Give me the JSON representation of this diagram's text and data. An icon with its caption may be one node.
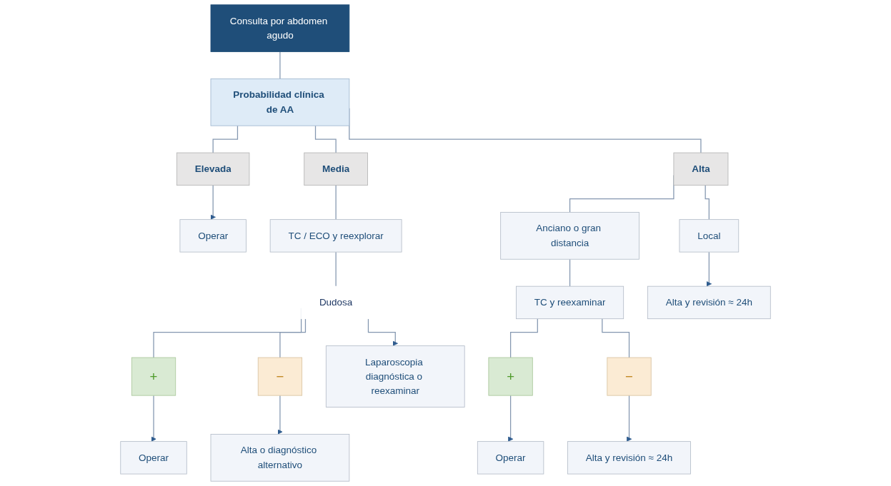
{
  "diagram": {
    "nodes": [
      {
        "text": [
          "Consulta por abdomen agudo"
        ]
      },
      {
        "text": [
          "Probabilidad clínica de AA"
        ]
      },
      {
        "text": [
          "Elevada"
        ]
      },
      {
        "text": [
          "Media"
        ]
      },
      {
        "text": [
          "Alta"
        ]
      },
      {
        "text": [
          "Operar"
        ]
      },
      {
        "text": [
          "TC / ECO y reexplorar"
        ]
      },
      {
        "text": [
          "Anciano o gran distancia"
        ]
      },
      {
        "text": [
          "Local"
        ]
      },
      {
        "text": [
          "Dudosa"
        ]
      },
      {
        "text": [
          "+"
        ]
      },
      {
        "text": [
          "−"
        ]
      },
      {
        "text": [
          "TC y reexaminar"
        ]
      },
      {
        "text": [
          "Alta y revisión ≈ 24h"
        ]
      },
      {
        "text": [
          "+"
        ]
      },
      {
        "text": [
          "−"
        ]
      },
      {
        "text": [
          "Operar"
        ]
      },
      {
        "text": [
          "Laparoscopia diagnóstica o reexaminar"
        ]
      },
      {
        "text": [
          "Alta o diagnóstico alternativo"
        ]
      },
      {
        "text": [
          "Operar"
        ]
      },
      {
        "text": [
          "Alta y revisión ≈ 24h"
        ]
      }
    ],
    "edges": [
      {
        "from": 0,
        "to": 1,
        "arrow": "none"
      },
      {
        "from": 1,
        "to": 2,
        "arrow": "none"
      },
      {
        "from": 1,
        "to": 3,
        "arrow": "none"
      },
      {
        "from": 1,
        "to": 4,
        "arrow": "none"
      },
      {
        "from": 2,
        "to": 5,
        "arrow": "to"
      },
      {
        "from": 3,
        "to": 6,
        "arrow": "none"
      },
      {
        "from": 4,
        "to": 7,
        "arrow": "none"
      },
      {
        "from": 4,
        "to": 8,
        "arrow": "none"
      },
      {
        "from": 6,
        "to": 9,
        "arrow": "none"
      },
      {
        "from": 9,
        "to": 10,
        "arrow": "none"
      },
      {
        "from": 9,
        "to": 11,
        "arrow": "none"
      },
      {
        "from": 7,
        "to": 12,
        "arrow": "none"
      },
      {
        "from": 8,
        "to": 13,
        "arrow": "to"
      },
      {
        "from": 12,
        "to": 14,
        "arrow": "none"
      },
      {
        "from": 12,
        "to": 15,
        "arrow": "none"
      },
      {
        "from": 10,
        "to": 16,
        "arrow": "to"
      },
      {
        "from": 9,
        "to": 17,
        "arrow": "to"
      },
      {
        "from": 11,
        "to": 18,
        "arrow": "to"
      },
      {
        "from": 14,
        "to": 19,
        "arrow": "to"
      },
      {
        "from": 15,
        "to": 20,
        "arrow": "to"
      }
    ]
  }
}
